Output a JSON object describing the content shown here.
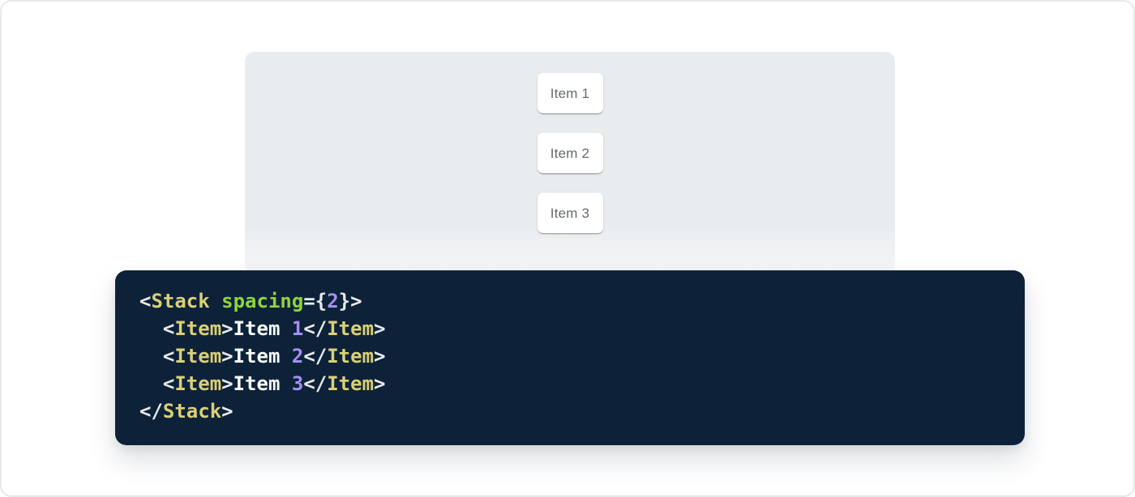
{
  "colors": {
    "page_bg": "#ffffff",
    "page_border": "#e6e8eb",
    "panel_bg": "#e9ecef",
    "panel_fade": "#f5f6f8",
    "card_bg": "#ffffff",
    "card_text": "#666b70",
    "code_bg": "#0d2239"
  },
  "demo": {
    "items": [
      {
        "label": "Item 1"
      },
      {
        "label": "Item 2"
      },
      {
        "label": "Item 3"
      }
    ]
  },
  "code": {
    "language": "jsx",
    "source": "<Stack spacing={2}>\n  <Item>Item 1</Item>\n  <Item>Item 2</Item>\n  <Item>Item 3</Item>\n</Stack>",
    "token_colors": {
      "punctuation": "#e8eaec",
      "tag": "#dad077",
      "attr_name": "#90d33d",
      "number": "#a58ff2",
      "plain": "#f8fafc"
    },
    "lines": [
      {
        "tokens": [
          {
            "t": "punctuation",
            "v": "<"
          },
          {
            "t": "tag",
            "v": "Stack"
          },
          {
            "t": "plain",
            "v": " "
          },
          {
            "t": "attr_name",
            "v": "spacing"
          },
          {
            "t": "punctuation",
            "v": "={"
          },
          {
            "t": "number",
            "v": "2"
          },
          {
            "t": "punctuation",
            "v": "}>"
          }
        ]
      },
      {
        "tokens": [
          {
            "t": "plain",
            "v": "  "
          },
          {
            "t": "punctuation",
            "v": "<"
          },
          {
            "t": "tag",
            "v": "Item"
          },
          {
            "t": "punctuation",
            "v": ">"
          },
          {
            "t": "plain",
            "v": "Item "
          },
          {
            "t": "number",
            "v": "1"
          },
          {
            "t": "punctuation",
            "v": "</"
          },
          {
            "t": "tag",
            "v": "Item"
          },
          {
            "t": "punctuation",
            "v": ">"
          }
        ]
      },
      {
        "tokens": [
          {
            "t": "plain",
            "v": "  "
          },
          {
            "t": "punctuation",
            "v": "<"
          },
          {
            "t": "tag",
            "v": "Item"
          },
          {
            "t": "punctuation",
            "v": ">"
          },
          {
            "t": "plain",
            "v": "Item "
          },
          {
            "t": "number",
            "v": "2"
          },
          {
            "t": "punctuation",
            "v": "</"
          },
          {
            "t": "tag",
            "v": "Item"
          },
          {
            "t": "punctuation",
            "v": ">"
          }
        ]
      },
      {
        "tokens": [
          {
            "t": "plain",
            "v": "  "
          },
          {
            "t": "punctuation",
            "v": "<"
          },
          {
            "t": "tag",
            "v": "Item"
          },
          {
            "t": "punctuation",
            "v": ">"
          },
          {
            "t": "plain",
            "v": "Item "
          },
          {
            "t": "number",
            "v": "3"
          },
          {
            "t": "punctuation",
            "v": "</"
          },
          {
            "t": "tag",
            "v": "Item"
          },
          {
            "t": "punctuation",
            "v": ">"
          }
        ]
      },
      {
        "tokens": [
          {
            "t": "punctuation",
            "v": "</"
          },
          {
            "t": "tag",
            "v": "Stack"
          },
          {
            "t": "punctuation",
            "v": ">"
          }
        ]
      }
    ]
  }
}
